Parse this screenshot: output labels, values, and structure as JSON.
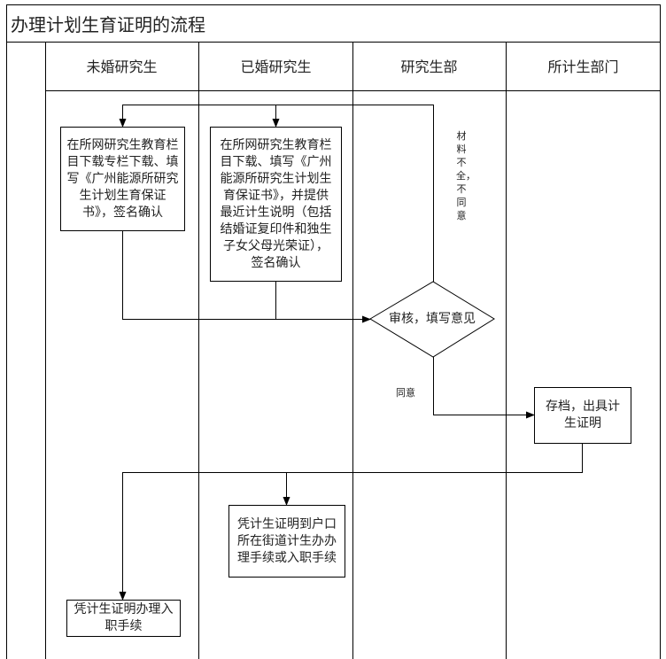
{
  "title": "办理计划生育证明的流程",
  "lanes": [
    "未婚研究生",
    "已婚研究生",
    "研究生部",
    "所计生部门"
  ],
  "nodes": {
    "unmarried_download": [
      "在所网研究生教育栏",
      "目下载专栏下载、填",
      "写《广州能源所研究",
      "生计划生育保证",
      "书》，签名确认"
    ],
    "married_download": [
      "在所网研究生教育栏",
      "目下载、填写《广州",
      "能源所研究生计划生",
      "育保证书》，并提供",
      "最近计生说明（包括",
      "结婚证复印件和独生",
      "子女父母光荣证），",
      "签名确认"
    ],
    "review": "审核，填写意见",
    "archive": [
      "存档，出具计",
      "生证明"
    ],
    "household": [
      "凭计生证明到户口",
      "所在街道计生办办",
      "理手续或入职手续"
    ],
    "entry": [
      "凭计生证明办理入",
      "职手续"
    ]
  },
  "edge_labels": {
    "reject": "材料不全，不同意",
    "approve": "同意"
  }
}
